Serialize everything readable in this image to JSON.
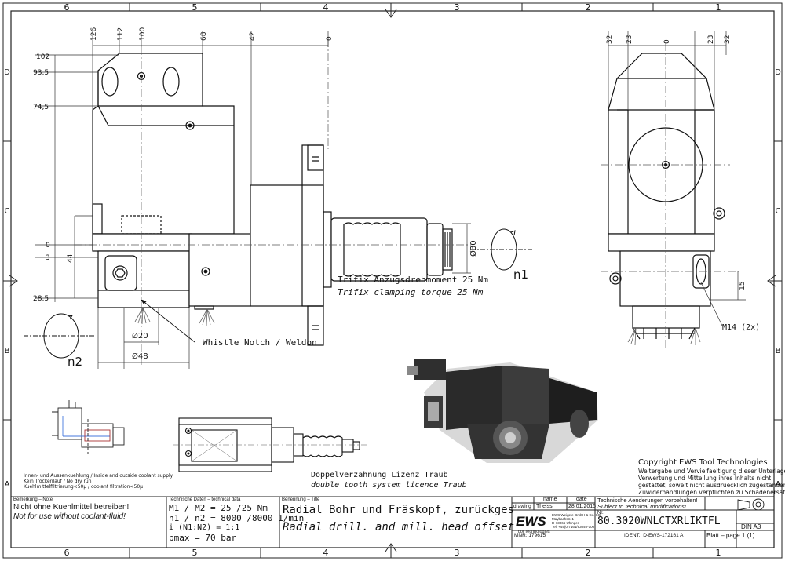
{
  "frame": {
    "col_labels": [
      "6",
      "5",
      "4",
      "3",
      "2",
      "1"
    ],
    "row_labels": [
      "D",
      "C",
      "B",
      "A"
    ]
  },
  "dims_front": {
    "top": [
      "126",
      "112",
      "100",
      "68",
      "42",
      "0"
    ],
    "left": [
      "102",
      "93,5",
      "74,5",
      "0",
      "3",
      "44",
      "28,5"
    ]
  },
  "dims_side": {
    "top": [
      "32",
      "23",
      "0",
      "23",
      "32"
    ],
    "right_15": "15",
    "m14": "M14 (2x)"
  },
  "labels": {
    "d30": "Ø30",
    "d20": "Ø20",
    "d48": "Ø48",
    "n1": "n1",
    "n2": "n2",
    "torque_de": "Trifix Anzugsdrehmoment  25 Nm",
    "torque_en": "Trifix clamping torque  25 Nm",
    "whistle": "Whistle Notch / Weldon",
    "dbl_de": "Doppelverzahnung Lizenz Traub",
    "dbl_en": "double tooth system licence Traub",
    "coolant_1": "Innen- und Aussenkuehlung / Inside and outside coolant supply",
    "coolant_2": "Kein Trockenlauf / No dry run",
    "coolant_3": "Kuehlmittelfiltrierung<50µ / coolant filtration<50µ"
  },
  "copyright": {
    "line1": "Copyright EWS Tool Technologies",
    "line2": "Weitergabe und Vervielfaeltigung dieser Unterlage,",
    "line3": "Verwertung und Mitteilung ihres Inhalts nicht",
    "line4": "gestattet, soweit nicht ausdruecklich zugestanden.",
    "line5": "Zuwiderhandlungen verpflichten zu Schadenersatz."
  },
  "titleblock": {
    "note_hdr": "Bemerkung – Note",
    "note_de": "Nicht ohne Kuehlmittel betreiben!",
    "note_en": "Not for use without coolant-fluid!",
    "tech_hdr": "Technische Daten – technical data",
    "tech_m": "M1 / M2 = 25  /25  Nm",
    "tech_n": "n1 / n2 = 8000 /8000  1/min",
    "tech_i": "i  (N1:N2) = 1:1",
    "tech_p": "pmax     = 70  bar",
    "title_hdr": "Benennung – Title",
    "title_de": "Radial Bohr und Fräskopf, zurückges",
    "title_en": "Radial drill. and mill. head offset",
    "col_name": "name",
    "col_date": "date",
    "row_drawing": "drawing",
    "drawer": "Theiss",
    "draw_date": "28.01.2015",
    "ews_logo": "EWS",
    "ews_sub": "Tool Technologies",
    "ews_addr1": "EWS Weigele GmbH & Co. KG",
    "ews_addr2": "Maybachstr. 1",
    "ews_addr3": "D-73066 Uhingen",
    "ews_addr4": "Tel. +49(0)7161/93040-100",
    "mod_de": "Technische Aenderungen vorbehalten!",
    "mod_en": "Subject to technical modifications!",
    "nr_label": "Nr.",
    "part_no": "80.3020WNLCTXRLIKTFL",
    "din": "DIN A3",
    "mnr": "MNR: 179615",
    "ident": "IDENT.: D-EWS-172161 A",
    "sheet": "Blatt – page  1 (1)"
  }
}
